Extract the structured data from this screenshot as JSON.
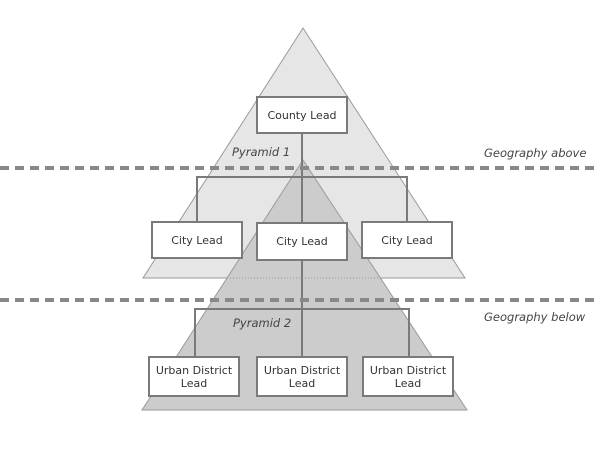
{
  "diagram": {
    "pyramids": [
      {
        "label": "Pyramid 1",
        "fill": "#e6e6e6"
      },
      {
        "label": "Pyramid 2",
        "fill": "#cccccc"
      }
    ],
    "geography_lines": [
      {
        "label": "Geography above"
      },
      {
        "label": "Geography below"
      }
    ],
    "nodes": {
      "county": "County Lead",
      "city": [
        "City Lead",
        "City Lead",
        "City Lead"
      ],
      "urban": [
        "Urban District\nLead",
        "Urban District\nLead",
        "Urban District\nLead"
      ]
    },
    "colors": {
      "line": "#7a7a7a",
      "dash": "#888888"
    }
  }
}
